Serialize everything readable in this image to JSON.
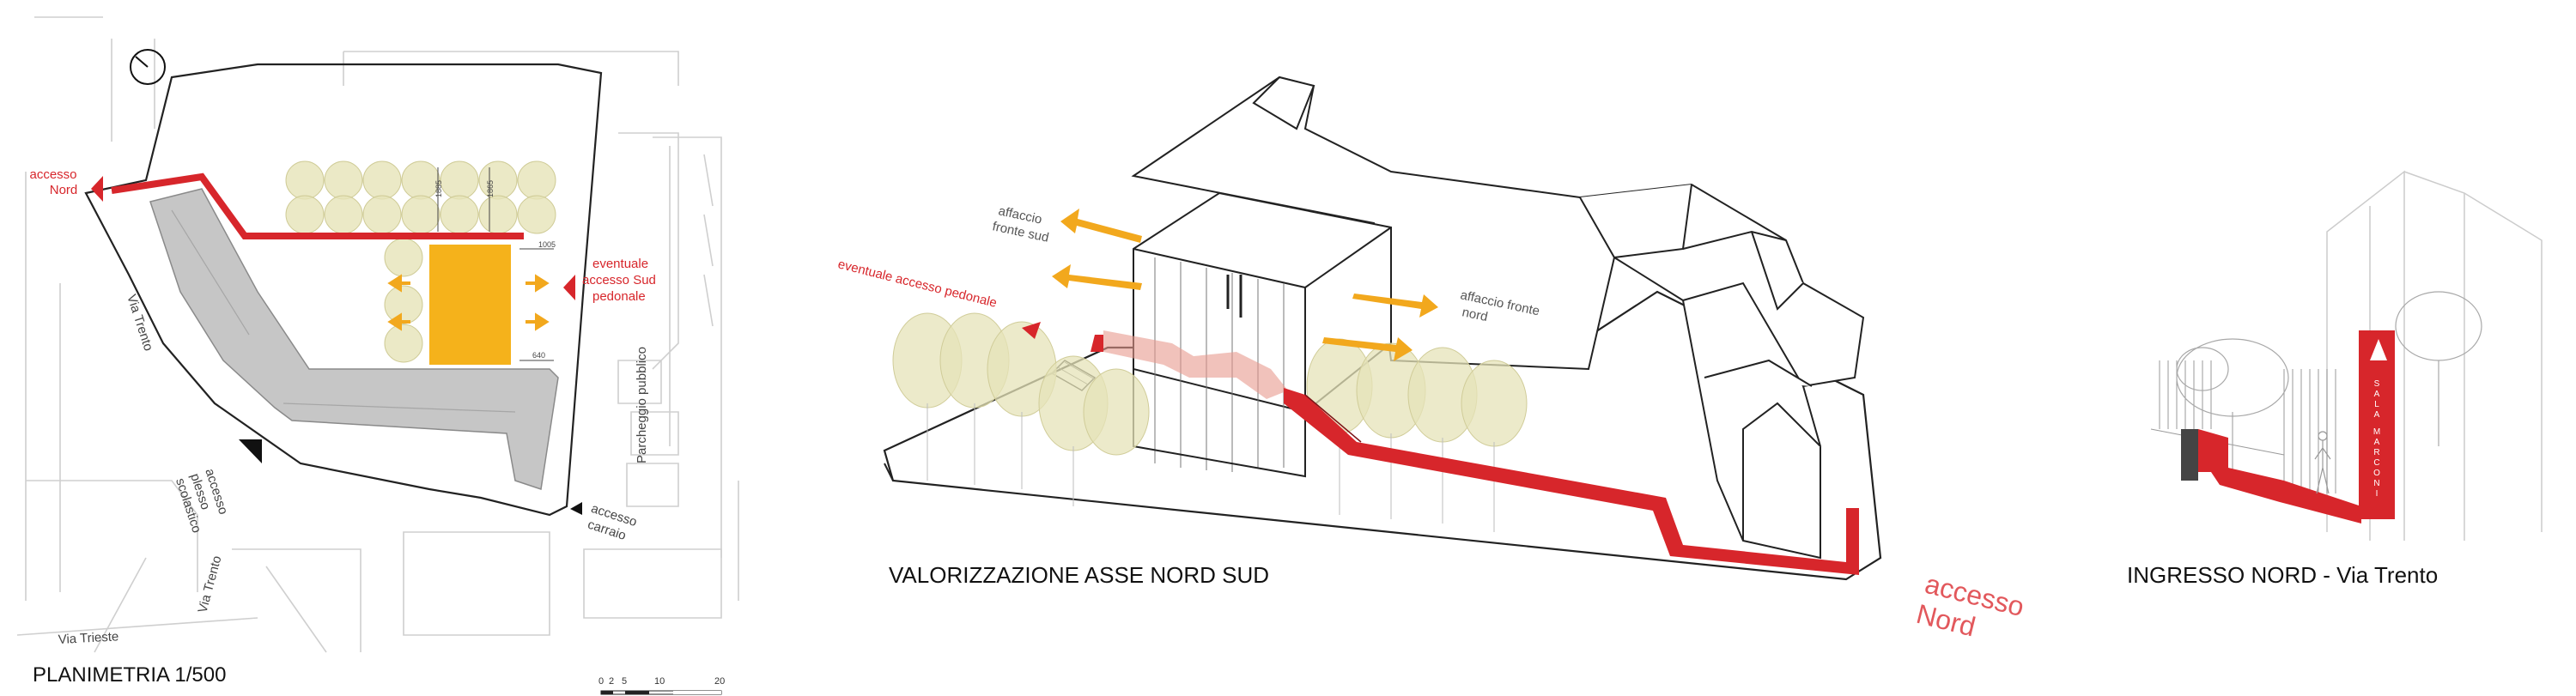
{
  "colors": {
    "red": "#d7262b",
    "orange": "#f5b21b",
    "arrow": "#f2a81d",
    "tree": "#e6e3b8",
    "building_gray": "#c6c6c6",
    "linework": "#222222",
    "light_line": "#cccccc"
  },
  "plan": {
    "title": "PLANIMETRIA 1/500",
    "north_symbol": "north-arrow",
    "labels": {
      "accesso_nord_line1": "accesso",
      "accesso_nord_line2": "Nord",
      "eventuale_sud_line1": "eventuale",
      "eventuale_sud_line2": "accesso Sud",
      "eventuale_sud_line3": "pedonale",
      "via_trento_upper": "Via Trento",
      "via_trento_lower": "Via Trento",
      "via_trieste": "Via Trieste",
      "parcheggio": "Parcheggio pubblico",
      "accesso_plesso_line1": "accesso",
      "accesso_plesso_line2": "plesso",
      "accesso_plesso_line3": "scolastico",
      "accesso_carraio_line1": "accesso",
      "accesso_carraio_line2": "carraio"
    },
    "dims": [
      "1885",
      "1865",
      "1005",
      "640"
    ],
    "scale_ticks": [
      "0",
      "2",
      "5",
      "10",
      "20"
    ]
  },
  "axo": {
    "title": "VALORIZZAZIONE ASSE NORD SUD",
    "labels": {
      "affaccio_sud_line1": "affaccio",
      "affaccio_sud_line2": "fronte sud",
      "eventuale_pedonale": "eventuale accesso pedonale",
      "affaccio_nord_line1": "affaccio fronte",
      "affaccio_nord_line2": "nord",
      "accesso_nord_line1": "accesso",
      "accesso_nord_line2": "Nord"
    }
  },
  "entrance": {
    "title": "INGRESSO NORD - Via Trento",
    "sign_letters": [
      "S",
      "A",
      "L",
      "A",
      " ",
      "M",
      "A",
      "R",
      "C",
      "O",
      "N",
      "I"
    ]
  }
}
